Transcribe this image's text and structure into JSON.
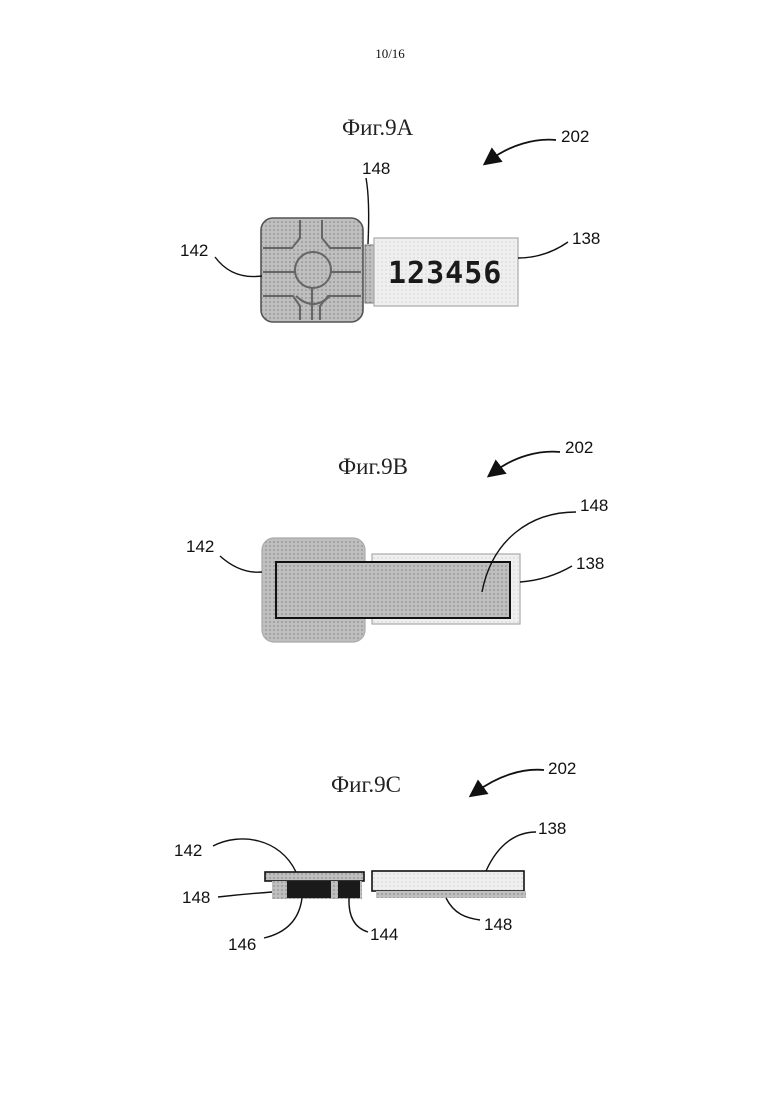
{
  "page_number": "10/16",
  "figures": {
    "fig9a": {
      "title": "Фиг.9А",
      "card_number": "123456",
      "labels": {
        "assembly": "202",
        "chip": "142",
        "strip": "148",
        "display": "138"
      }
    },
    "fig9b": {
      "title": "Фиг.9В",
      "labels": {
        "assembly": "202",
        "chip": "142",
        "strip": "148",
        "display": "138"
      }
    },
    "fig9c": {
      "title": "Фиг.9С",
      "labels": {
        "assembly": "202",
        "chip": "142",
        "strip_left": "148",
        "component_146": "146",
        "component_144": "144",
        "display": "138",
        "strip_right": "148"
      }
    }
  },
  "colors": {
    "chip_fill": "#c8c8c8",
    "display_fill": "#ececec",
    "strip_fill": "#bdbdbd",
    "dark_component": "#1a1a1a"
  }
}
